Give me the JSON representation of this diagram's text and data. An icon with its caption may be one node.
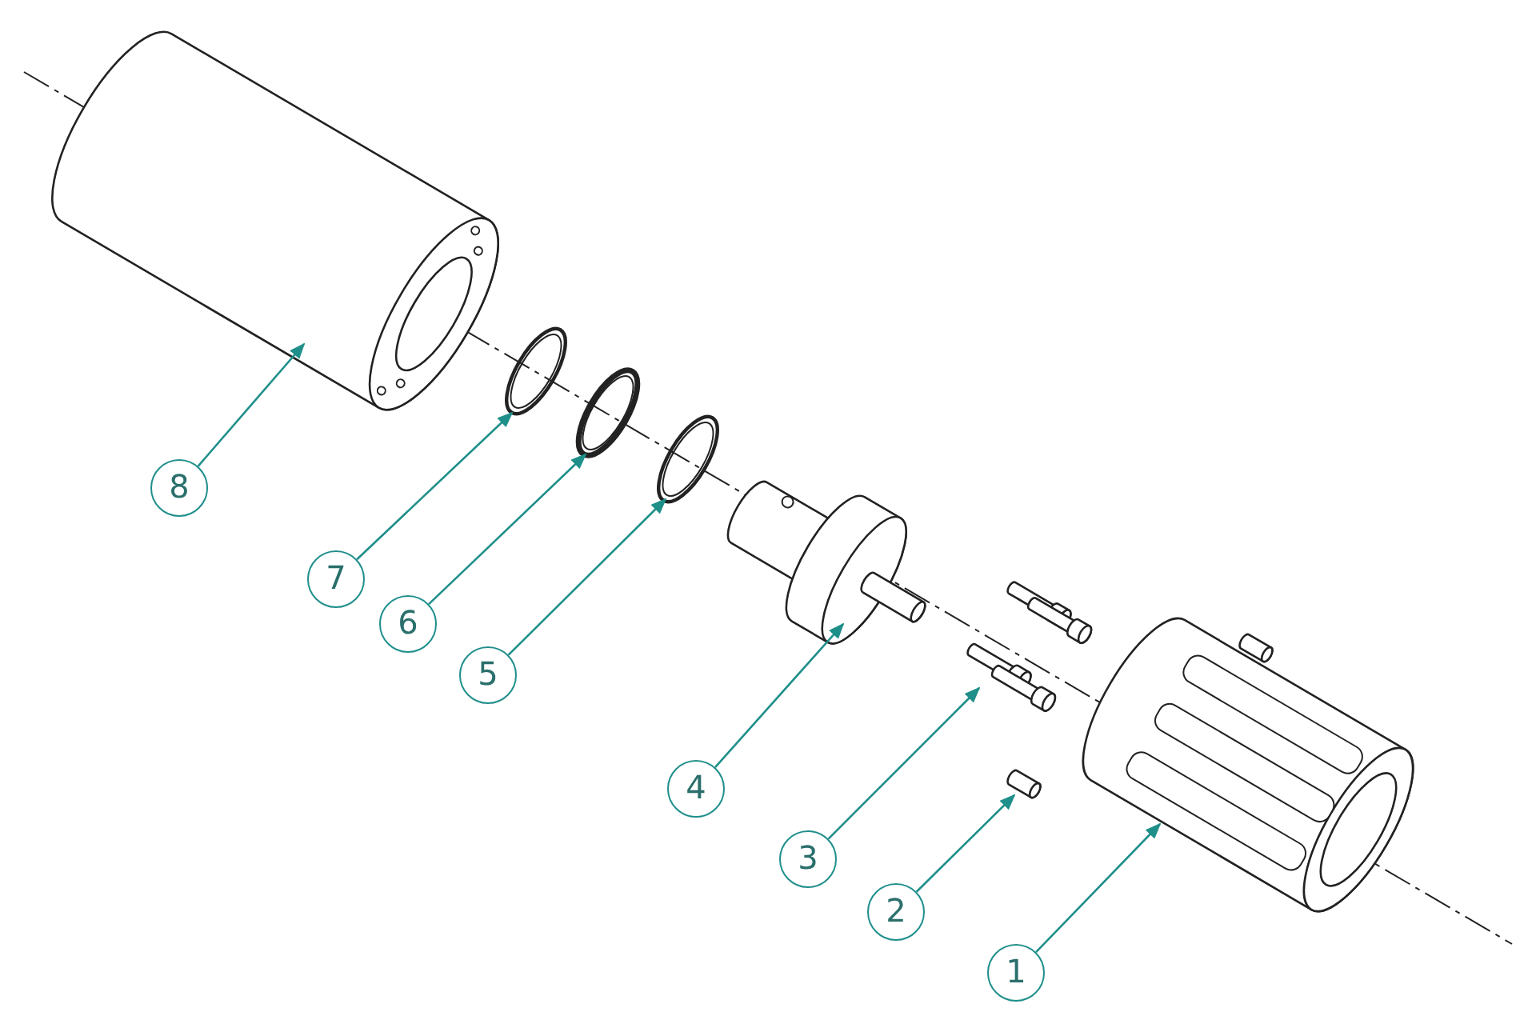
{
  "diagram": {
    "nodes": [
      {
        "text": [
          "1"
        ]
      },
      {
        "text": [
          "2"
        ]
      },
      {
        "text": [
          "3"
        ]
      },
      {
        "text": [
          "4"
        ]
      },
      {
        "text": [
          "5"
        ]
      },
      {
        "text": [
          "6"
        ]
      },
      {
        "text": [
          "7"
        ]
      },
      {
        "text": [
          "8"
        ]
      },
      {
        "text": [],
        "shape": "picture"
      },
      {
        "text": [],
        "shape": "picture"
      },
      {
        "text": [],
        "shape": "picture"
      },
      {
        "text": [],
        "shape": "picture"
      },
      {
        "text": [],
        "shape": "picture"
      },
      {
        "text": [],
        "shape": "picture"
      },
      {
        "text": [],
        "shape": "picture"
      },
      {
        "text": [],
        "shape": "picture"
      }
    ],
    "edges": [
      {
        "from": 0,
        "to": 8,
        "arrow": "to"
      },
      {
        "from": 1,
        "to": 9,
        "arrow": "to"
      },
      {
        "from": 2,
        "to": 10,
        "arrow": "to"
      },
      {
        "from": 3,
        "to": 11,
        "arrow": "to"
      },
      {
        "from": 4,
        "to": 12,
        "arrow": "to"
      },
      {
        "from": 5,
        "to": 13,
        "arrow": "to"
      },
      {
        "from": 6,
        "to": 14,
        "arrow": "to"
      },
      {
        "from": 7,
        "to": 15,
        "arrow": "to"
      }
    ]
  }
}
